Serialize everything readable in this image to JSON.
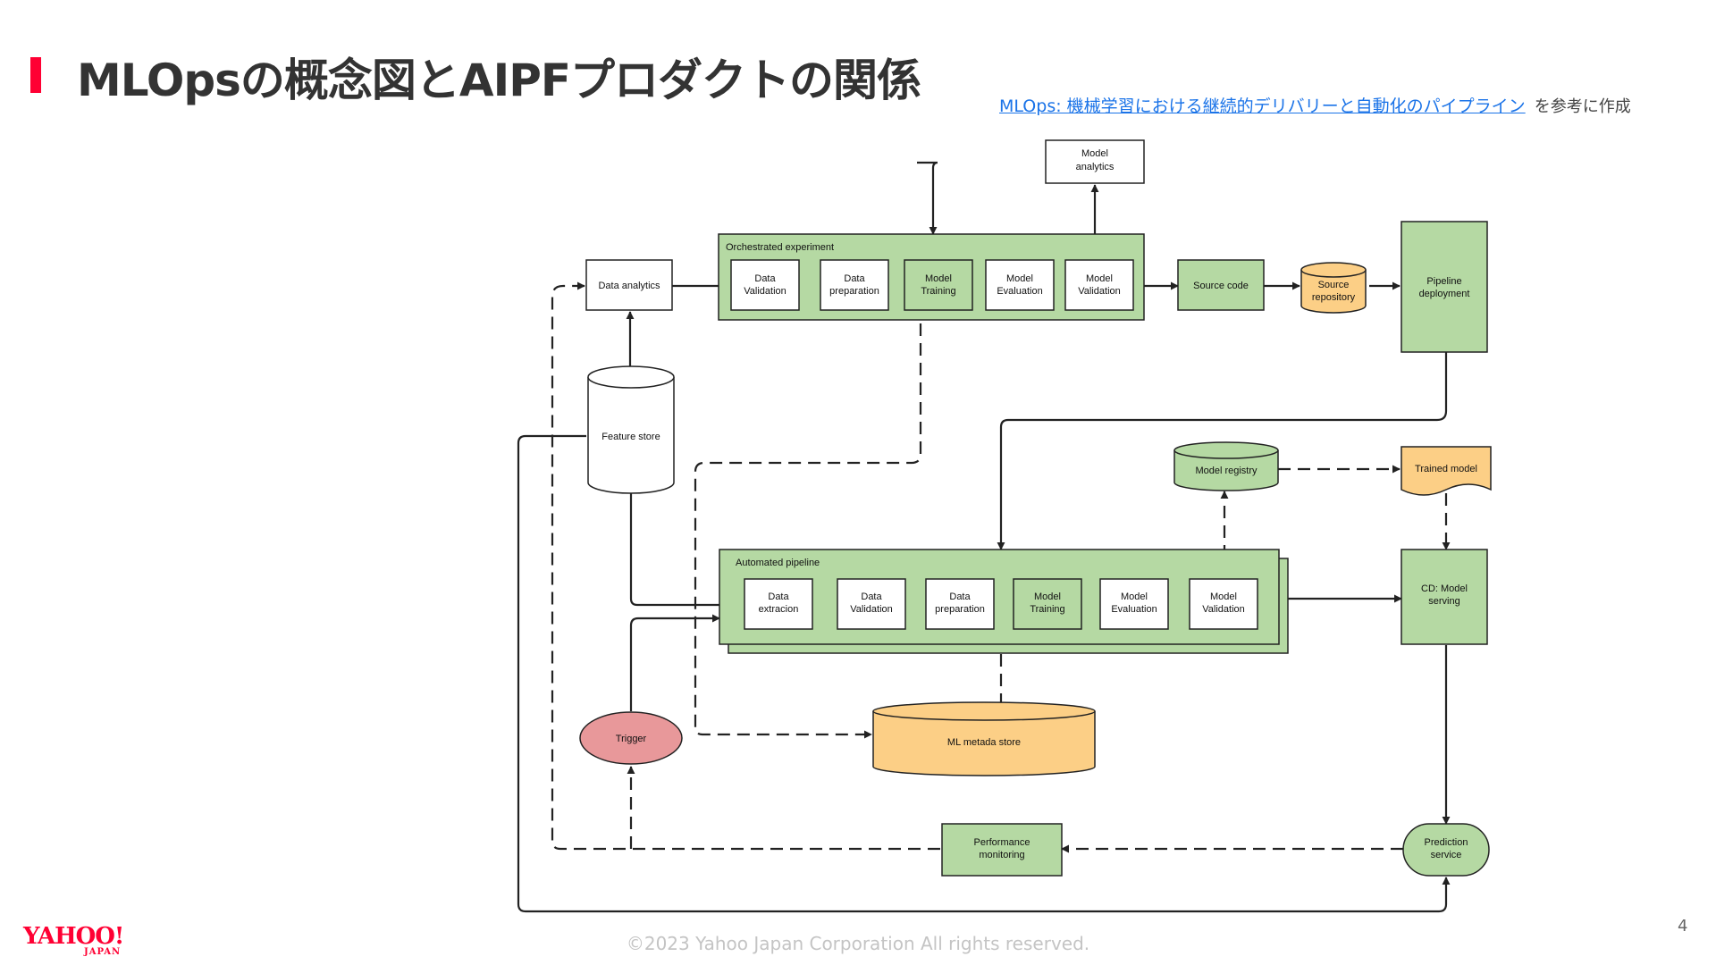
{
  "slide": {
    "title": "MLOpsの概念図とAIPFプロダクトの関係",
    "reference_link": "MLOps: 機械学習における継続的デリバリーと自動化のパイプライン",
    "reference_suffix": "を参考に作成",
    "page_number": "4",
    "copyright": "©2023 Yahoo Japan Corporation All rights reserved.",
    "logo_main": "YAHOO!",
    "logo_sub": "JAPAN"
  },
  "colors": {
    "green": "#b5d9a3",
    "orange": "#fccf86",
    "red_trigger": "#e8989a",
    "brand_red": "#ff0033",
    "link_blue": "#1a73e8"
  },
  "diagram": {
    "model_analytics": "Model analytics",
    "orchestrated_label": "Orchestrated experiment",
    "data_analytics": "Data analytics",
    "orch_steps": [
      "Data Validation",
      "Data preparation",
      "Model Training",
      "Model Evaluation",
      "Model Validation"
    ],
    "source_code": "Source code",
    "source_repository": "Source repository",
    "pipeline_deployment": "Pipeline deployment",
    "feature_store": "Feature store",
    "model_registry": "Model registry",
    "trained_model": "Trained model",
    "automated_label": "Automated pipeline",
    "auto_steps": [
      "Data extracion",
      "Data Validation",
      "Data preparation",
      "Model Training",
      "Model Evaluation",
      "Model Validation"
    ],
    "cd_model_serving": "CD: Model serving",
    "trigger": "Trigger",
    "ml_metadata_store": "ML metada store",
    "performance_monitoring": "Performance monitoring",
    "prediction_service": "Prediction service"
  }
}
